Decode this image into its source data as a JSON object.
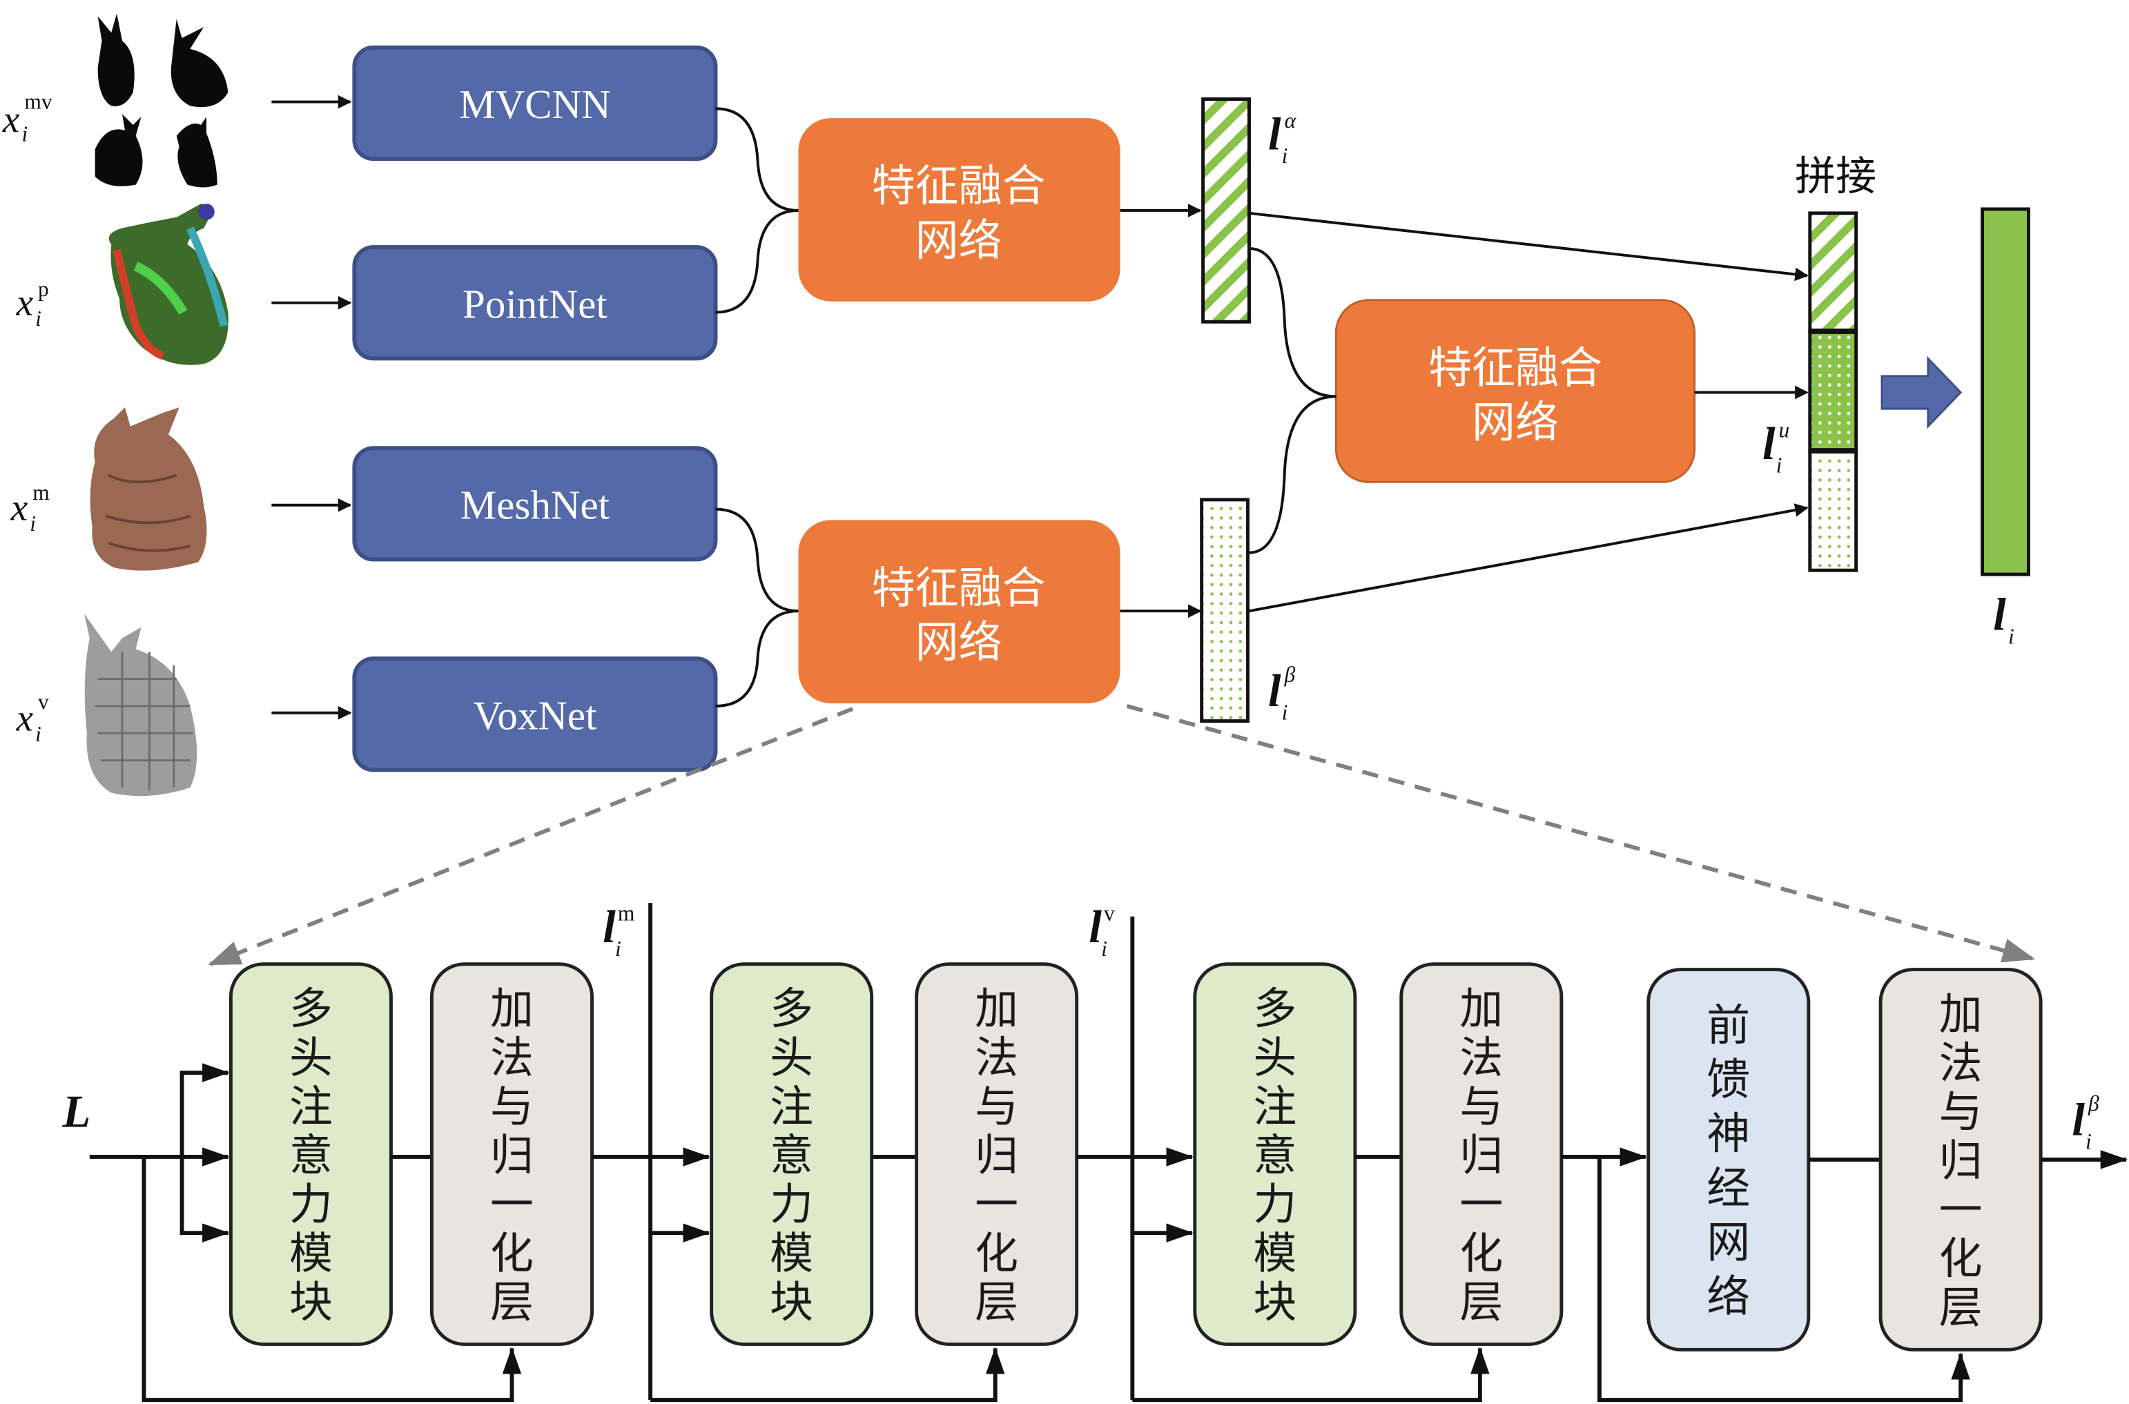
{
  "colors": {
    "encoder_fill": "#5369A8",
    "encoder_stroke": "#3D4F86",
    "fusion_fill": "#ED7A3A",
    "attention_fill": "#DEEBCB",
    "addnorm_fill": "#E8E4E0",
    "ffn_fill": "#DAE5F1",
    "feature_green": "#8BC34A",
    "dashed_gray": "#808080",
    "arrow_blue": "#5369A8"
  },
  "inputs": [
    {
      "symbol": "x",
      "sub": "i",
      "sup": "mv",
      "thumbnail": "multi-view-silhouettes-bunny",
      "encoder": "MVCNN"
    },
    {
      "symbol": "x",
      "sub": "i",
      "sup": "p",
      "thumbnail": "point-cloud-bunny",
      "encoder": "PointNet"
    },
    {
      "symbol": "x",
      "sub": "i",
      "sup": "m",
      "thumbnail": "mesh-bunny",
      "encoder": "MeshNet"
    },
    {
      "symbol": "x",
      "sub": "i",
      "sup": "v",
      "thumbnail": "voxel-bunny",
      "encoder": "VoxNet"
    }
  ],
  "fusion_blocks": {
    "top": {
      "line1": "特征融合",
      "line2": "网络"
    },
    "bottom": {
      "line1": "特征融合",
      "line2": "网络"
    },
    "right": {
      "line1": "特征融合",
      "line2": "网络"
    }
  },
  "features": {
    "alpha": {
      "symbol": "l",
      "sub": "i",
      "sup": "α"
    },
    "beta": {
      "symbol": "l",
      "sub": "i",
      "sup": "β"
    },
    "u": {
      "symbol": "l",
      "sub": "i",
      "sup": "u"
    },
    "final": {
      "symbol": "l",
      "sub": "i",
      "sup": ""
    }
  },
  "concat_label": "拼接",
  "detail": {
    "input_label": "L",
    "lm": {
      "symbol": "l",
      "sub": "i",
      "sup": "m"
    },
    "lv": {
      "symbol": "l",
      "sub": "i",
      "sup": "v"
    },
    "lbeta": {
      "symbol": "l",
      "sub": "i",
      "sup": "β"
    },
    "blocks": [
      {
        "type": "attention",
        "label": "多头注意力模块"
      },
      {
        "type": "addnorm",
        "label": "加法与归一化层"
      },
      {
        "type": "attention",
        "label": "多头注意力模块"
      },
      {
        "type": "addnorm",
        "label": "加法与归一化层"
      },
      {
        "type": "attention",
        "label": "多头注意力模块"
      },
      {
        "type": "addnorm",
        "label": "加法与归一化层"
      },
      {
        "type": "ffn",
        "label": "前馈神经网络"
      },
      {
        "type": "addnorm",
        "label": "加法与归一化层"
      }
    ]
  }
}
